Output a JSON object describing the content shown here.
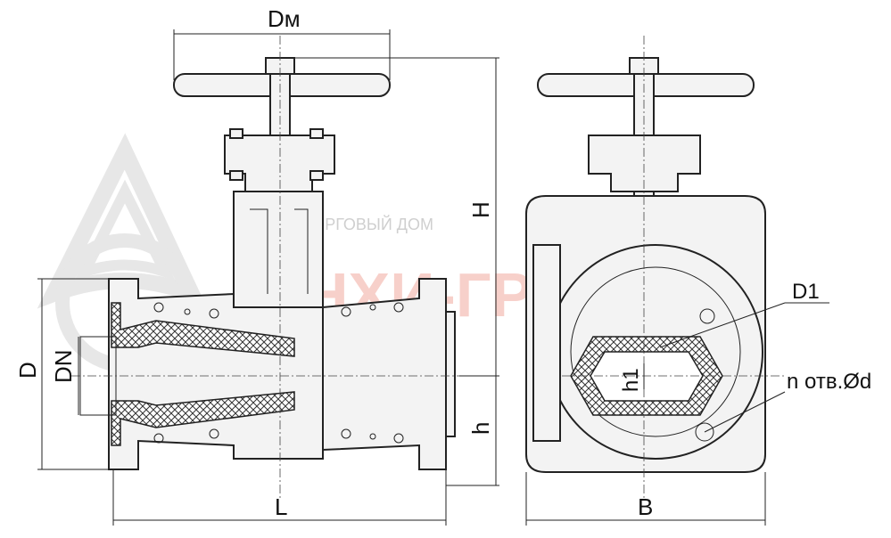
{
  "watermark": {
    "company": "НХИ-ГРУПП",
    "subtitle": "ТОРГОВЫЙ ДОМ"
  },
  "labels": {
    "dm": "Dм",
    "h_total": "H",
    "d": "D",
    "dn": "DN",
    "h": "h",
    "l": "L",
    "b": "B",
    "d1": "D1",
    "h1": "h1",
    "holes": "n отв.Ød"
  },
  "colors": {
    "watermark": "#f2aaa0",
    "line": "#222222",
    "fill": "#f3f3f3"
  }
}
